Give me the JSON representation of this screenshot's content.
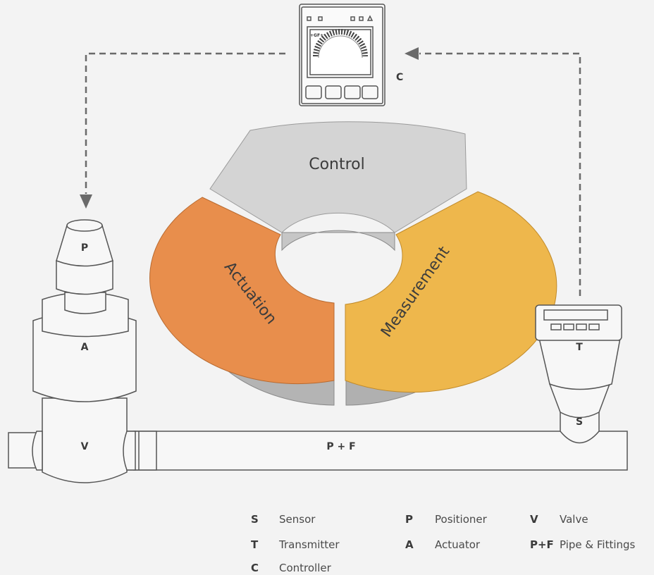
{
  "controller": {
    "letter": "C",
    "screen_text": "+GF+"
  },
  "ring": {
    "control": "Control",
    "actuation": "Actuation",
    "measurement": "Measurement",
    "colors": {
      "control": "#d4d4d4",
      "actuation": "#e88e4c",
      "measurement": "#eeb74c",
      "side": "#a8a8a8"
    }
  },
  "components": {
    "positioner": "P",
    "actuator": "A",
    "valve": "V",
    "transmitter": "T",
    "sensor": "S",
    "pipe": "P + F"
  },
  "legend": {
    "col1": [
      {
        "code": "S",
        "label": "Sensor"
      },
      {
        "code": "T",
        "label": "Transmitter"
      },
      {
        "code": "C",
        "label": "Controller"
      }
    ],
    "col2": [
      {
        "code": "P",
        "label": "Positioner"
      },
      {
        "code": "A",
        "label": "Actuator"
      }
    ],
    "col3": [
      {
        "code": "V",
        "label": "Valve"
      },
      {
        "code": "P+F",
        "label": "Pipe & Fittings"
      }
    ]
  }
}
